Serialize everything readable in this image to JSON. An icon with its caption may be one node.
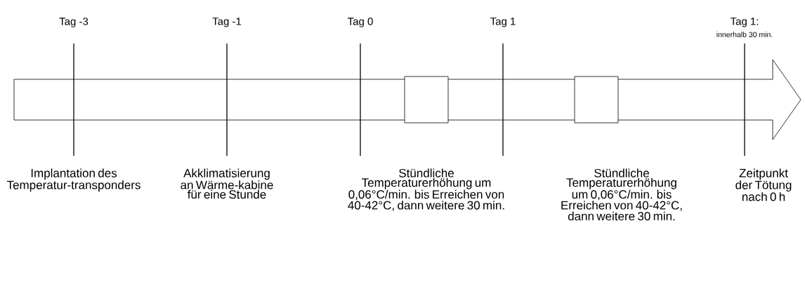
{
  "diagram": {
    "nodes": [
      {
        "text": [],
        "shape": "arrow"
      },
      {
        "text": [],
        "shape": "box",
        "in": 0
      },
      {
        "text": [],
        "shape": "box",
        "in": 0
      }
    ],
    "labels": [
      "Tag -3",
      "Tag -1",
      "Tag 0",
      "Tag 1",
      "Tag 1:",
      "innerhalb 30 min.",
      "Implantation des Temperatur-transponders",
      "Akklimatisierung an Wärme-kabine für eine Stunde",
      "Stündliche Temperaturerhöhung um 0,06°C/min. bis Erreichen von 40-42°C, dann weitere 30 min.",
      "Stündliche Temperaturerhöhung um 0,06°C/min. bis Erreichen von 40-42°C, dann weitere 30 min.",
      "Zeitpunkt der Tötung nach 0 h"
    ]
  }
}
